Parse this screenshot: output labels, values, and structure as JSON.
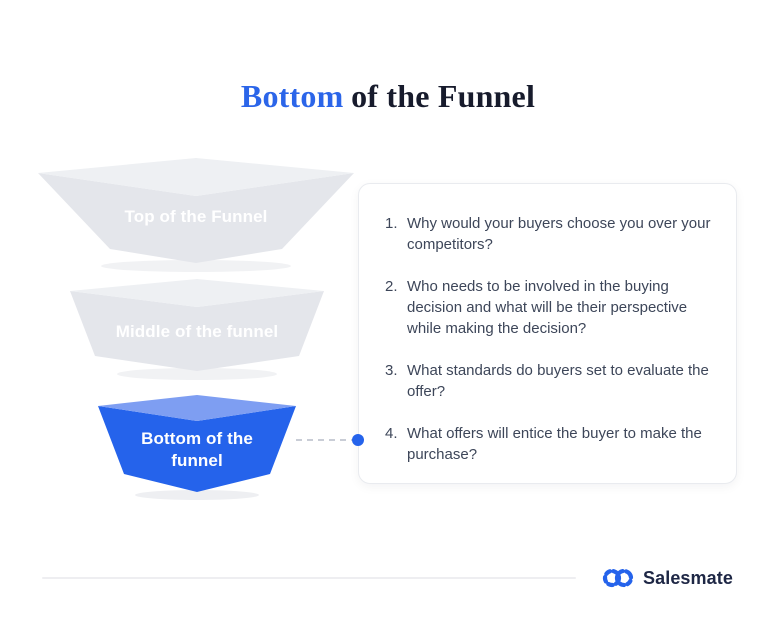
{
  "title": {
    "highlight": "Bottom",
    "rest": "of the Funnel"
  },
  "funnel": {
    "stages": [
      {
        "label": "Top of the Funnel"
      },
      {
        "label": "Middle of the funnel"
      },
      {
        "label_line1": "Bottom of the",
        "label_line2": "funnel"
      }
    ]
  },
  "questions": [
    {
      "number": "1.",
      "text": "Why would your buyers choose you over your competitors?"
    },
    {
      "number": "2.",
      "text": "Who needs to be involved in the buying decision and what will be their perspective while making the decision?"
    },
    {
      "number": "3.",
      "text": "What standards do buyers set to evaluate the offer?"
    },
    {
      "number": "4.",
      "text": "What offers will entice the buyer to make the purchase?"
    }
  ],
  "footer": {
    "brand": "Salesmate"
  },
  "colors": {
    "accent_blue": "#2563eb",
    "funnel_blue_front": "#2563eb",
    "funnel_blue_top": "#7e9ef2",
    "funnel_gray_front": "#e4e6eb",
    "funnel_gray_top": "#eef0f3",
    "title_dark": "#171b2c",
    "title_blue": "#2b65e9",
    "question_text": "#3d4659",
    "logo_navy": "#1e2745",
    "connector_dash": "#c9cdd6",
    "divider": "#eeeef1"
  }
}
